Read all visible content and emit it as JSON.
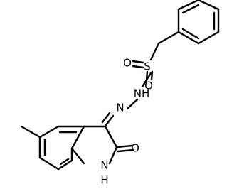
{
  "atoms": {
    "sulfur": "S",
    "oxygen_left": "O",
    "oxygen_bottom": "O",
    "nh_sulfonamide": "NH",
    "n_imine": "N",
    "oxygen_carbonyl": "O",
    "nh_ring": "H\nN"
  }
}
